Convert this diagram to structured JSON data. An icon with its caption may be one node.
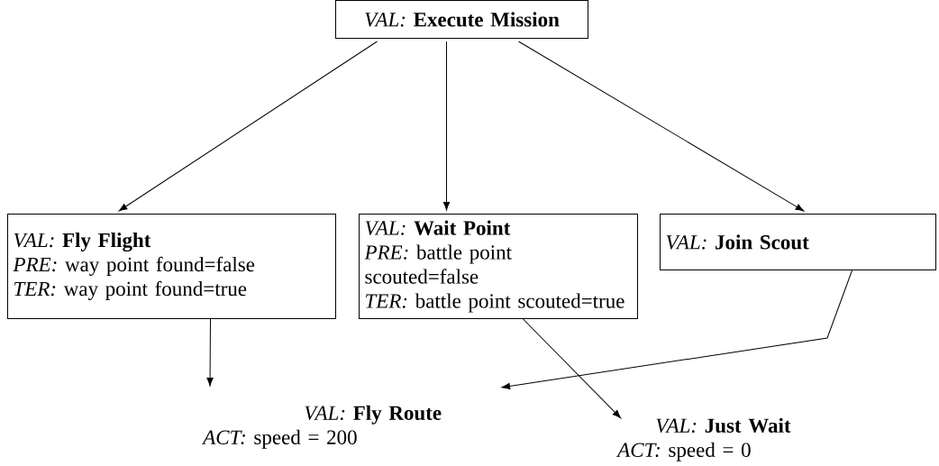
{
  "diagram": {
    "nodes": [
      {
        "text": [
          "*VAL:* **Execute Mission**"
        ]
      },
      {
        "text": [
          "*VAL:* **Fly Flight**",
          "*PRE:* way point found=false",
          "*TER:* way point found=true"
        ]
      },
      {
        "text": [
          "*VAL:* **Wait Point**",
          "*PRE:* battle point scouted=false",
          "*TER:* battle point scouted=true"
        ]
      },
      {
        "text": [
          "*VAL:* **Join Scout**"
        ]
      },
      {
        "text": [
          "*VAL:* **Fly Route**",
          "*ACT:* speed = 200"
        ]
      },
      {
        "text": [
          "*VAL:* **Just Wait**",
          "*ACT:* speed = 0"
        ]
      }
    ],
    "edges": [
      {
        "from": 0,
        "to": 1,
        "arrow": "to"
      },
      {
        "from": 0,
        "to": 2,
        "arrow": "to"
      },
      {
        "from": 0,
        "to": 3,
        "arrow": "to"
      },
      {
        "from": 1,
        "to": 4,
        "arrow": "to"
      },
      {
        "from": 2,
        "to": 5,
        "arrow": "to"
      },
      {
        "from": 3,
        "to": 4,
        "arrow": "to"
      }
    ]
  }
}
